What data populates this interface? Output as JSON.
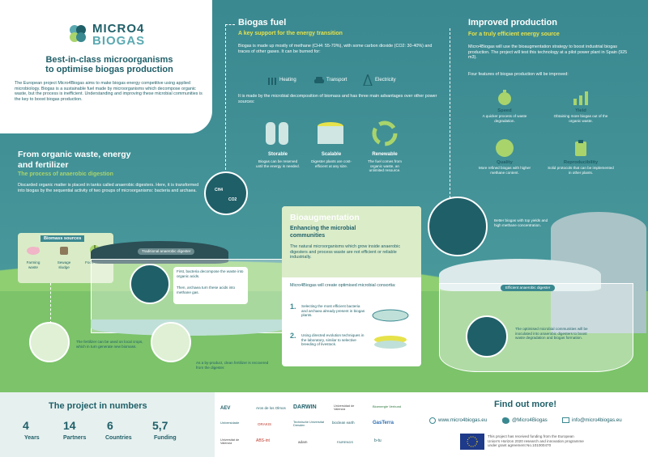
{
  "brand": {
    "name_top": "MICRO4",
    "name_bottom": "BIOGAS"
  },
  "intro": {
    "title_line1": "Best-in-class microorganisms",
    "title_line2": "to optimise biogas production",
    "body": "The European project Micro4Biogas aims to make biogas energy competitive using applied microbiology. Biogas is a sustainable fuel made by microorganisms which decompose organic waste, but the process is inefficient. Understanding and improving these microbial communities is the key to boost biogas production."
  },
  "waste": {
    "title_line1": "From organic waste, energy",
    "title_line2": "and fertilizer",
    "subtitle": "The process of anaerobic digestion",
    "body": "Discarded organic matter is placed in tanks called anaerobic digesters. Here, it is transformed into biogas by the sequential activity of two groups of microorganisms: bacteria and archaea."
  },
  "biomass": {
    "title": "Biomass sources",
    "items": [
      "Farming waste",
      "Sewage sludge",
      "Food waste"
    ]
  },
  "digester": {
    "traditional_label": "Traditional anaerobic digester",
    "step1": "First, bacteria decompose the waste into organic acids.",
    "step2": "Then, archaea turn these acids into methane gas.",
    "fertilizer_use": "The fertilizer can be used on local crops, which in turn generate new biomass.",
    "fertilizer_byproduct": "As a by-product, clean fertilizer is recovered from the digester.",
    "molecule_ch4": "CH4",
    "molecule_co2": "CO2"
  },
  "biogas_fuel": {
    "title": "Biogas fuel",
    "subtitle": "A key support for the energy transition",
    "body": "Biogas is made up mostly of methane (CH4: 55-70%), with some carbon dioxide (CO2: 30-40%) and traces of other gases. It can be burned for:",
    "uses": [
      "Heating",
      "Transport",
      "Electricity"
    ],
    "advantages_intro": "It is made by the microbial decomposition of biomass and has three main advantages over other power sources:",
    "advantages": [
      {
        "title": "Storable",
        "desc": "Biogas can be reserved until the energy is needed."
      },
      {
        "title": "Scalable",
        "desc": "Digester plants are cost-efficient at any size."
      },
      {
        "title": "Renewable",
        "desc": "The fuel comes from organic waste, an unlimited resource."
      }
    ]
  },
  "improved": {
    "title": "Improved production",
    "subtitle": "For a truly efficient energy source",
    "body": "Micro4Biogas will use the bioaugmentation strategy to boost industrial biogas production. The project will test this technology at a pilot power plant in Spain (925 m3).",
    "features_intro": "Four features of biogas production will be improved:",
    "features": [
      {
        "title": "Speed",
        "desc": "A quicker process of waste degradation."
      },
      {
        "title": "Yield",
        "desc": "Obtaining more biogas out of the organic waste."
      },
      {
        "title": "Quality",
        "desc": "More refined biogas with higher methane content."
      },
      {
        "title": "Reproducibility",
        "desc": "Solid protocols that can be implemented in other plants."
      }
    ]
  },
  "bioaug": {
    "title": "Bioaugmentation",
    "subtitle_line1": "Enhancing the microbial",
    "subtitle_line2": "communities",
    "body": "The natural microorganisms which grow inside anaerobic digesters and process waste are not efficient or reliable industrially.",
    "consortia_intro": "Micro4Biogas will create optimised microbial consortia:",
    "steps": [
      {
        "num": "1.",
        "text": "Selecting the most efficient bacteria and archaea already present in biogas plants."
      },
      {
        "num": "2.",
        "text": "Using directed evolution techniques in the laboratory, similar to selective breeding of livestock."
      }
    ]
  },
  "efficient": {
    "label": "Efficient anaerobic digester",
    "better": "Better biogas with top yields and high methane concentration.",
    "inoculated": "The optimised microbial communities will be inoculated into anaerobic digesters to boost waste degradation and biogas formation."
  },
  "numbers": {
    "title": "The project in numbers",
    "stats": [
      {
        "value": "4",
        "label": "Years"
      },
      {
        "value": "14",
        "label": "Partners"
      },
      {
        "value": "6",
        "label": "Countries"
      },
      {
        "value": "5,7",
        "label": "Funding"
      }
    ]
  },
  "partners": [
    "AEV",
    "Aros de los Olmos",
    "DARWIN",
    "Universidad de Valencia",
    "Bioenergie Verbund",
    "Universidade",
    "ORAKIS",
    "Technische Universitat Dresden",
    "bioclean earth",
    "GasTerra",
    "Universitat de Valencia",
    "ABS-int",
    "adam",
    "FAIRENDS",
    "b-tu"
  ],
  "contact": {
    "title": "Find out more!",
    "web": "www.micro4biogas.eu",
    "twitter": "@Micro4Biogas",
    "email": "info@micro4biogas.eu",
    "funding_note": "This project has received funding from the European Union's Horizon 2020 research and innovation programme under grant agreement No.101000470"
  },
  "colors": {
    "teal": "#3a8890",
    "dark": "#1f5f68",
    "yellow": "#e6e24a",
    "green": "#7cc36a"
  }
}
